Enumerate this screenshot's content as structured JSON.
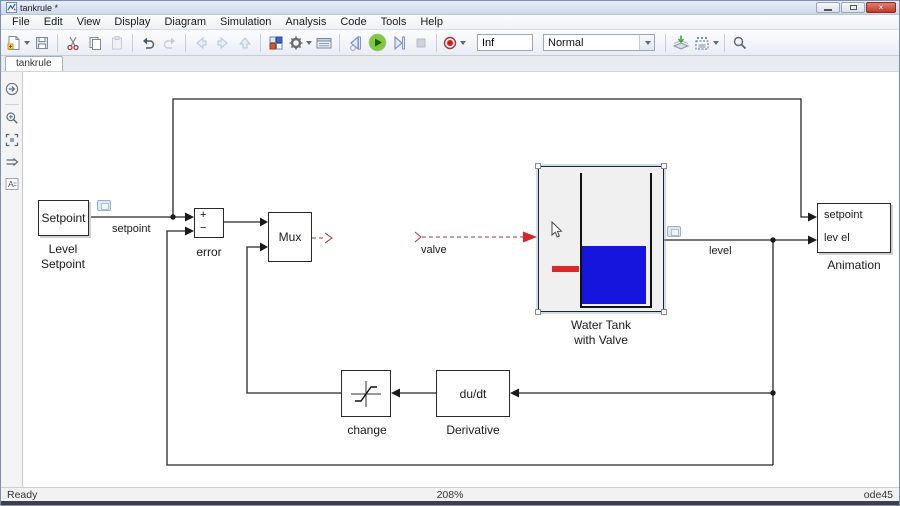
{
  "window": {
    "title": "tankrule *"
  },
  "menu": {
    "items": [
      {
        "label": "File"
      },
      {
        "label": "Edit"
      },
      {
        "label": "View"
      },
      {
        "label": "Display"
      },
      {
        "label": "Diagram"
      },
      {
        "label": "Simulation"
      },
      {
        "label": "Analysis"
      },
      {
        "label": "Code"
      },
      {
        "label": "Tools"
      },
      {
        "label": "Help"
      }
    ]
  },
  "toolbar": {
    "sim_time": "Inf",
    "mode": "Normal",
    "icon_names": [
      "new-model",
      "save",
      "cut",
      "copy",
      "paste",
      "undo",
      "redo",
      "back",
      "forward",
      "up",
      "library-browser",
      "model-settings",
      "model-explorer",
      "step-back",
      "run",
      "step-forward",
      "stop",
      "record",
      "deploy-to-hardware",
      "update-diagram",
      "find"
    ]
  },
  "tabs": {
    "model_tab": "tankrule"
  },
  "palette": {
    "icon_names": [
      "show-explorer",
      "zoom",
      "fit-view",
      "signal",
      "annotation"
    ]
  },
  "diagram": {
    "blocks": {
      "setpoint": {
        "text": "Setpoint",
        "caption1": "Level",
        "caption2": "Setpoint"
      },
      "sum": {
        "plus": "+",
        "minus": "−",
        "caption": "error"
      },
      "mux": {
        "text": "Mux"
      },
      "water_tank": {
        "caption1": "Water Tank",
        "caption2": "with Valve"
      },
      "animation": {
        "port1": "setpoint",
        "port2": "lev el",
        "caption": "Animation"
      },
      "change": {
        "caption": "change"
      },
      "derivative": {
        "text": "du/dt",
        "caption": "Derivative"
      }
    },
    "signals": {
      "setpoint": "setpoint",
      "valve": "valve",
      "level": "level"
    }
  },
  "status_bar": {
    "status": "Ready",
    "zoom": "208%",
    "solver": "ode45"
  },
  "colors": {
    "water": "#1515dd",
    "valve_indicator": "#e02626",
    "unconnected_signal": "#aa3333",
    "unconnected_arrow": "#dd2222",
    "run_green": "#7fc93e"
  }
}
